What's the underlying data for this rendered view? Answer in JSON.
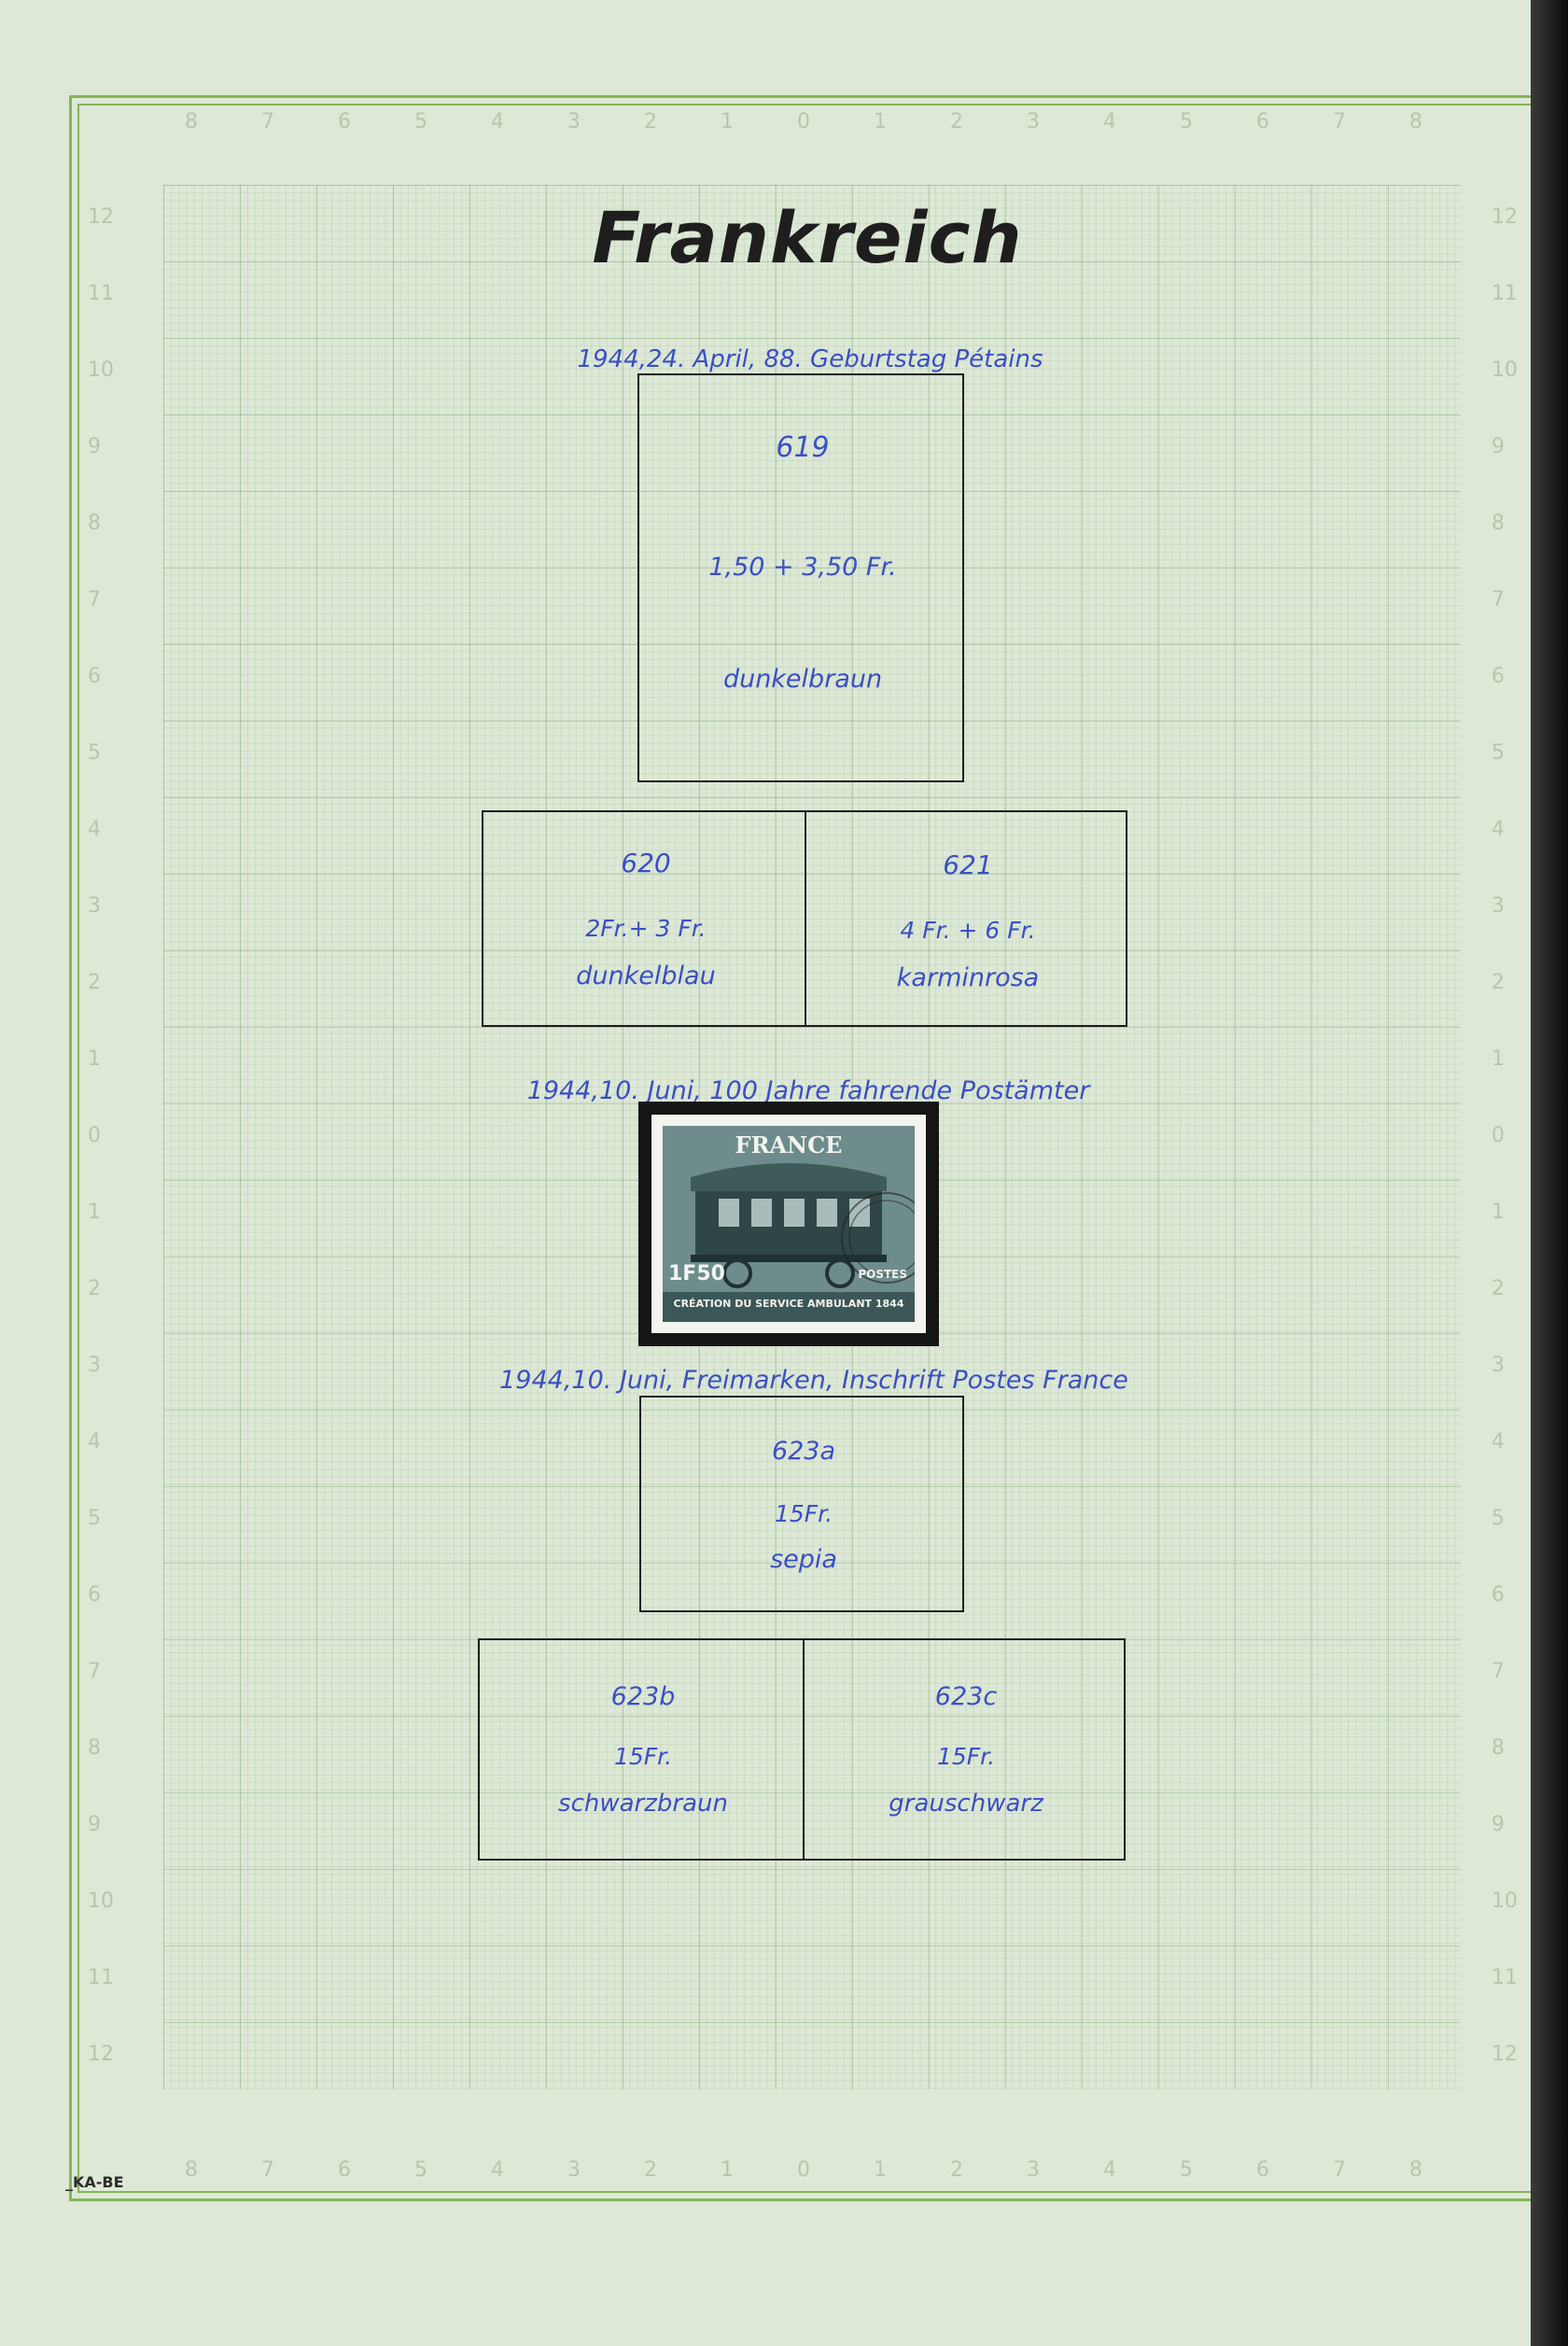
{
  "page_title": "Frankreich",
  "footer_brand": "_KA-BE",
  "ruler": {
    "top": [
      "8",
      "7",
      "6",
      "5",
      "4",
      "3",
      "2",
      "1",
      "0",
      "1",
      "2",
      "3",
      "4",
      "5",
      "6",
      "7",
      "8"
    ],
    "left": [
      "12",
      "11",
      "10",
      "9",
      "8",
      "7",
      "6",
      "5",
      "4",
      "3",
      "2",
      "1",
      "0",
      "1",
      "2",
      "3",
      "4",
      "5",
      "6",
      "7",
      "8",
      "9",
      "10",
      "11",
      "12"
    ]
  },
  "sections": [
    {
      "heading": "1944,24. April, 88. Geburtstag Pétains"
    },
    {
      "heading": "1944,10. Juni, 100 Jahre fahrende Postämter"
    },
    {
      "heading": "1944,10. Juni, Freimarken, Inschrift Postes France"
    }
  ],
  "slots": [
    {
      "number": "619",
      "value": "1,50 + 3,50 Fr.",
      "color": "dunkelbraun"
    },
    {
      "number": "620",
      "value": "2Fr.+ 3 Fr.",
      "color": "dunkelblau"
    },
    {
      "number": "621",
      "value": "4 Fr. + 6 Fr.",
      "color": "karminrosa"
    },
    {
      "number": "623a",
      "value": "15Fr.",
      "color": "sepia"
    },
    {
      "number": "623b",
      "value": "15Fr.",
      "color": "schwarzbraun"
    },
    {
      "number": "623c",
      "value": "15Fr.",
      "color": "grauschwarz"
    }
  ],
  "stamp": {
    "country": "FRANCE",
    "denomination": "1F50",
    "postes": "POSTES",
    "inscription": "CRÉATION DU SERVICE AMBULANT 1844",
    "colors": {
      "ink": "#5f7f80",
      "paper": "#f3f3ef"
    }
  },
  "colors": {
    "handwriting": "#3b4fc7",
    "border": "#86b456",
    "page": "#dde8d6"
  }
}
